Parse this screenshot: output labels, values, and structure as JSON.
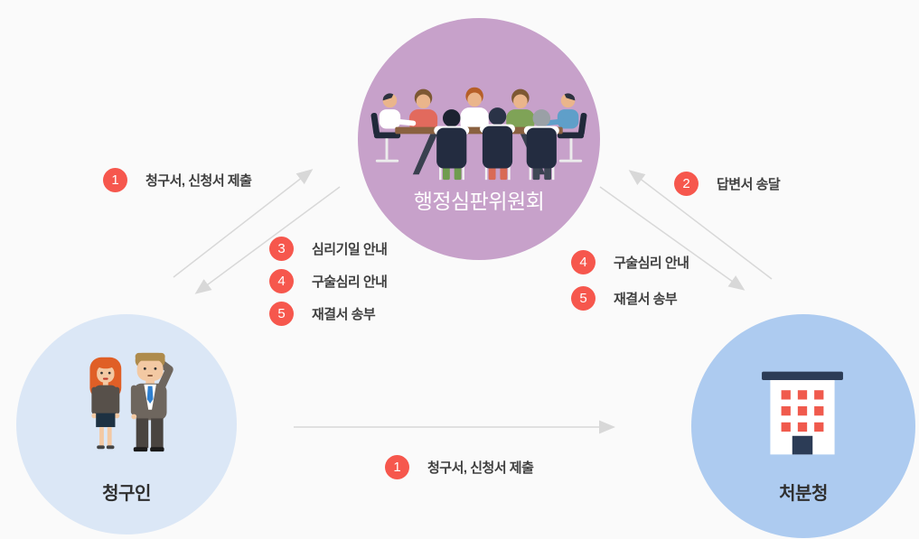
{
  "nodes": {
    "commission": {
      "label": "행정심판위원회",
      "color": "#c7a1ca",
      "icon": "meeting-illustration"
    },
    "claimant": {
      "label": "청구인",
      "color": "#dbe7f6",
      "icon": "two-people-illustration"
    },
    "agency": {
      "label": "처분청",
      "color": "#adcbf0",
      "icon": "building-icon"
    }
  },
  "steps": {
    "claimant_to_commission": {
      "num": "1",
      "label": "청구서, 신청서 제출"
    },
    "agency_to_commission": {
      "num": "2",
      "label": "답변서 송달"
    },
    "commission_to_claimant": [
      {
        "num": "3",
        "label": "심리기일 안내"
      },
      {
        "num": "4",
        "label": "구술심리 안내"
      },
      {
        "num": "5",
        "label": "재결서 송부"
      }
    ],
    "commission_to_agency": [
      {
        "num": "4",
        "label": "구술심리 안내"
      },
      {
        "num": "5",
        "label": "재결서 송부"
      }
    ],
    "claimant_to_agency": {
      "num": "1",
      "label": "청구서, 신청서 제출"
    }
  },
  "colors": {
    "background": "#fafafa",
    "badge": "#f6574d",
    "arrow": "#d8d8d8",
    "label_text": "#3f3f3f",
    "commission_title": "#ffffff",
    "building_navy": "#2c3c56",
    "building_window_red": "#f05a4d"
  }
}
